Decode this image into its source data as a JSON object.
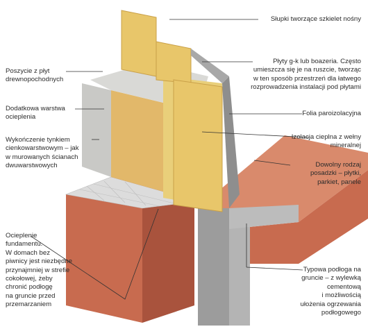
{
  "labels": {
    "studs": "Słupki tworzące szkielet nośny",
    "boards": "Płyty g-k lub boazeria. Często\numieszcza się je na ruszcie, tworząc\nw ten sposób przestrzeń dla łatwego\nrozprowadzenia instalacji pod płytami",
    "vapor": "Folia paroizolacyjna",
    "insulation": "Izolacja cieplna z wełny\nmineralnej",
    "floor_finish": "Dowolny rodzaj\nposadzki – płytki,\nparkiet, panele",
    "slab": "Typowa podłoga na\ngruncie – z wylewką\ncementową\ni możliwością\nułożenia ogrzewania\npodłogowego",
    "sheathing": "Poszycie z płyt\ndrewnopochodnych",
    "extra_insulation": "Dodatkowa warstwa\nocieplenia",
    "plaster": "Wykończenie tynkiem\ncienkowarstwowym – jak\nw murowanych ścianach\ndwuwarstwowych",
    "foundation": "Ocieplenie\nfundamentu.\nW domach bez\npiwnicy jest niezbędne\nprzynajmniej w strefie\ncokołowej, żeby\nchronić podłogę\nna gruncie przed\nprzemarzaniem"
  },
  "colors": {
    "wood": "#e8c66a",
    "wood_dark": "#c9a048",
    "wool": "#e9cf7a",
    "plaster": "#d9d9d6",
    "plaster_side": "#b9b9b6",
    "board": "#8e8e8e",
    "brick": "#c86b4f",
    "brick_dark": "#a9533d",
    "tile_top": "#dcdcdc",
    "concrete": "#9c9c9c",
    "floor": "#d98a6c",
    "leader": "#333333"
  }
}
